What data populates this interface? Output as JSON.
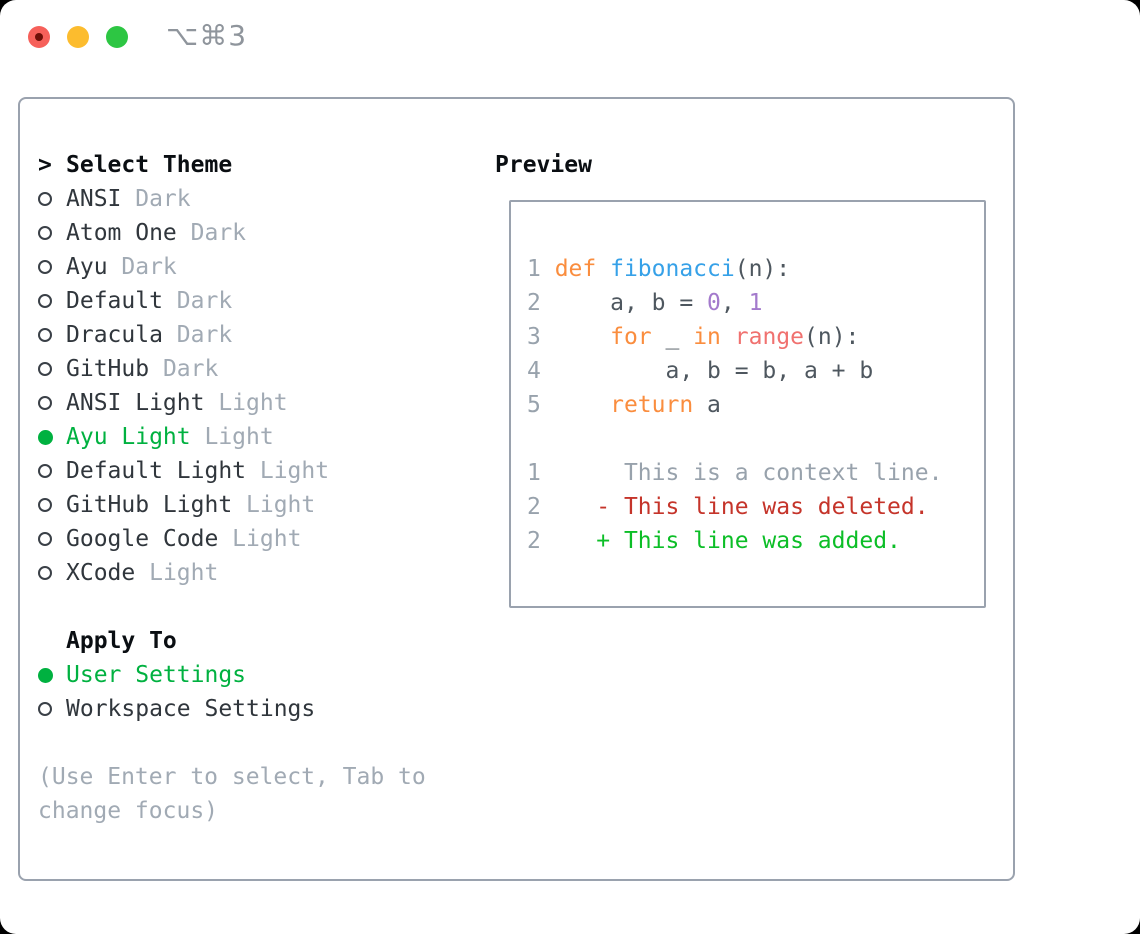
{
  "titlebar": {
    "shortcut": "⌥⌘3"
  },
  "colors": {
    "accent_green": "#00b140",
    "added_green": "#0cbe27",
    "deleted_red": "#c5342a",
    "keyword_orange": "#fa8d3e",
    "function_blue": "#36a1e8",
    "number_purple": "#a37acc",
    "call_coral": "#f0716f",
    "code_fg": "#4e575f",
    "line_number_gray": "#98a2ac",
    "muted_gray": "#a1aab4",
    "text_dark": "#30363c",
    "border_gray": "#9aa2ae",
    "traffic_red": "#f6605a",
    "traffic_yellow": "#fcbc2e",
    "traffic_green": "#2dc643"
  },
  "left": {
    "title_prefix": ">",
    "title": "Select Theme",
    "themes": [
      {
        "name": "ANSI",
        "variant": "Dark",
        "selected": false
      },
      {
        "name": "Atom One",
        "variant": "Dark",
        "selected": false
      },
      {
        "name": "Ayu",
        "variant": "Dark",
        "selected": false
      },
      {
        "name": "Default",
        "variant": "Dark",
        "selected": false
      },
      {
        "name": "Dracula",
        "variant": "Dark",
        "selected": false
      },
      {
        "name": "GitHub",
        "variant": "Dark",
        "selected": false
      },
      {
        "name": "ANSI Light",
        "variant": "Light",
        "selected": false
      },
      {
        "name": "Ayu Light",
        "variant": "Light",
        "selected": true
      },
      {
        "name": "Default Light",
        "variant": "Light",
        "selected": false
      },
      {
        "name": "GitHub Light",
        "variant": "Light",
        "selected": false
      },
      {
        "name": "Google Code",
        "variant": "Light",
        "selected": false
      },
      {
        "name": "XCode",
        "variant": "Light",
        "selected": false
      }
    ],
    "apply_to": {
      "title": "Apply To",
      "options": [
        {
          "label": "User Settings",
          "selected": true
        },
        {
          "label": "Workspace Settings",
          "selected": false
        }
      ]
    },
    "help_lines": [
      "(Use Enter to select, Tab to",
      "change focus)"
    ]
  },
  "preview": {
    "title": "Preview",
    "lines": [
      [],
      [
        {
          "t": "1 ",
          "c": "ln"
        },
        {
          "t": "def ",
          "c": "kw"
        },
        {
          "t": "fibonacci",
          "c": "fn"
        },
        {
          "t": "(n):",
          "c": "fg"
        }
      ],
      [
        {
          "t": "2 ",
          "c": "ln"
        },
        {
          "t": "    a, b = ",
          "c": "fg"
        },
        {
          "t": "0",
          "c": "num"
        },
        {
          "t": ", ",
          "c": "fg"
        },
        {
          "t": "1",
          "c": "num"
        }
      ],
      [
        {
          "t": "3 ",
          "c": "ln"
        },
        {
          "t": "    ",
          "c": "fg"
        },
        {
          "t": "for",
          "c": "kw"
        },
        {
          "t": " _ ",
          "c": "fg"
        },
        {
          "t": "in",
          "c": "kw"
        },
        {
          "t": " ",
          "c": "fg"
        },
        {
          "t": "range",
          "c": "call"
        },
        {
          "t": "(n):",
          "c": "fg"
        }
      ],
      [
        {
          "t": "4 ",
          "c": "ln"
        },
        {
          "t": "        a, b = b, a + b",
          "c": "fg"
        }
      ],
      [
        {
          "t": "5 ",
          "c": "ln"
        },
        {
          "t": "    ",
          "c": "fg"
        },
        {
          "t": "return",
          "c": "kw"
        },
        {
          "t": " a",
          "c": "fg"
        }
      ],
      [],
      [
        {
          "t": "1",
          "c": "ln"
        },
        {
          "t": "      This is a context line.",
          "c": "ctx"
        }
      ],
      [
        {
          "t": "2",
          "c": "ln"
        },
        {
          "t": "    - This line was deleted.",
          "c": "del"
        }
      ],
      [
        {
          "t": "2",
          "c": "ln"
        },
        {
          "t": "    + This line was added.",
          "c": "add"
        }
      ]
    ]
  }
}
